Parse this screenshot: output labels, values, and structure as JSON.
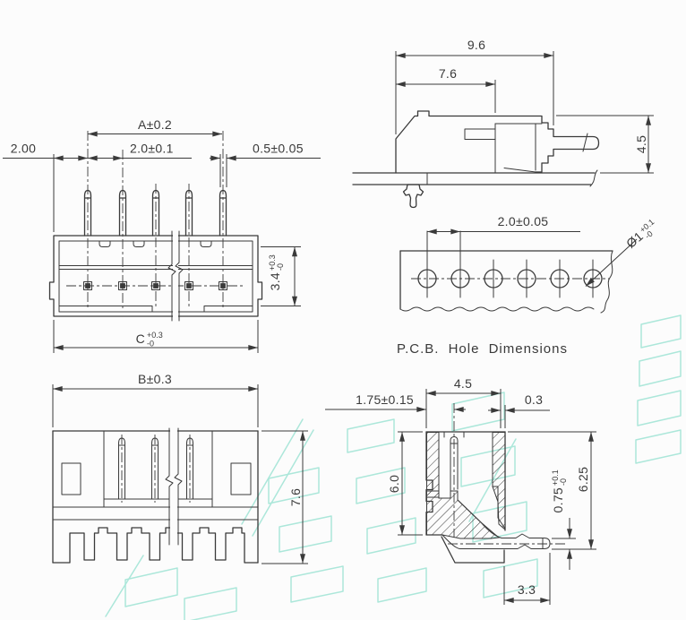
{
  "app": {
    "type": "connector-engineering-drawing",
    "background_color": "#fcfcfc",
    "line_color": "#3a3a3a",
    "watermark_color": "#ace7da"
  },
  "front_view": {
    "dim_pin_span": "A±0.2",
    "dim_edge_to_pin": "2.00",
    "dim_pin_pitch": "2.0±0.1",
    "dim_pin_width": "0.5±0.05",
    "dim_slot_height": {
      "value": "3.4",
      "plus": "+0.3",
      "minus": "-0"
    },
    "dim_body_width": {
      "value": "C",
      "plus": "+0.3",
      "minus": "-0"
    }
  },
  "side_view": {
    "dim_total_depth": "9.6",
    "dim_body_depth": "7.6",
    "dim_height_above_board": "4.5"
  },
  "pcb_view": {
    "caption": "P.C.B. Hole Dimensions",
    "dim_hole_pitch": "2.0±0.05",
    "dim_hole_diameter": {
      "value": "Ø1",
      "plus": "+0.1",
      "minus": "-0"
    }
  },
  "rear_view": {
    "dim_width": "B±0.3",
    "dim_height": "7.6"
  },
  "section_view": {
    "dim_opening_width": "4.5",
    "dim_pin_offset": "1.75±0.15",
    "dim_wall_thickness": "0.3",
    "dim_body_height": "6.0",
    "dim_leg_thickness": {
      "value": "0.75",
      "plus": "+0.1",
      "minus": "-0"
    },
    "dim_overall_height": "6.25",
    "dim_tail_length": "3.3"
  }
}
